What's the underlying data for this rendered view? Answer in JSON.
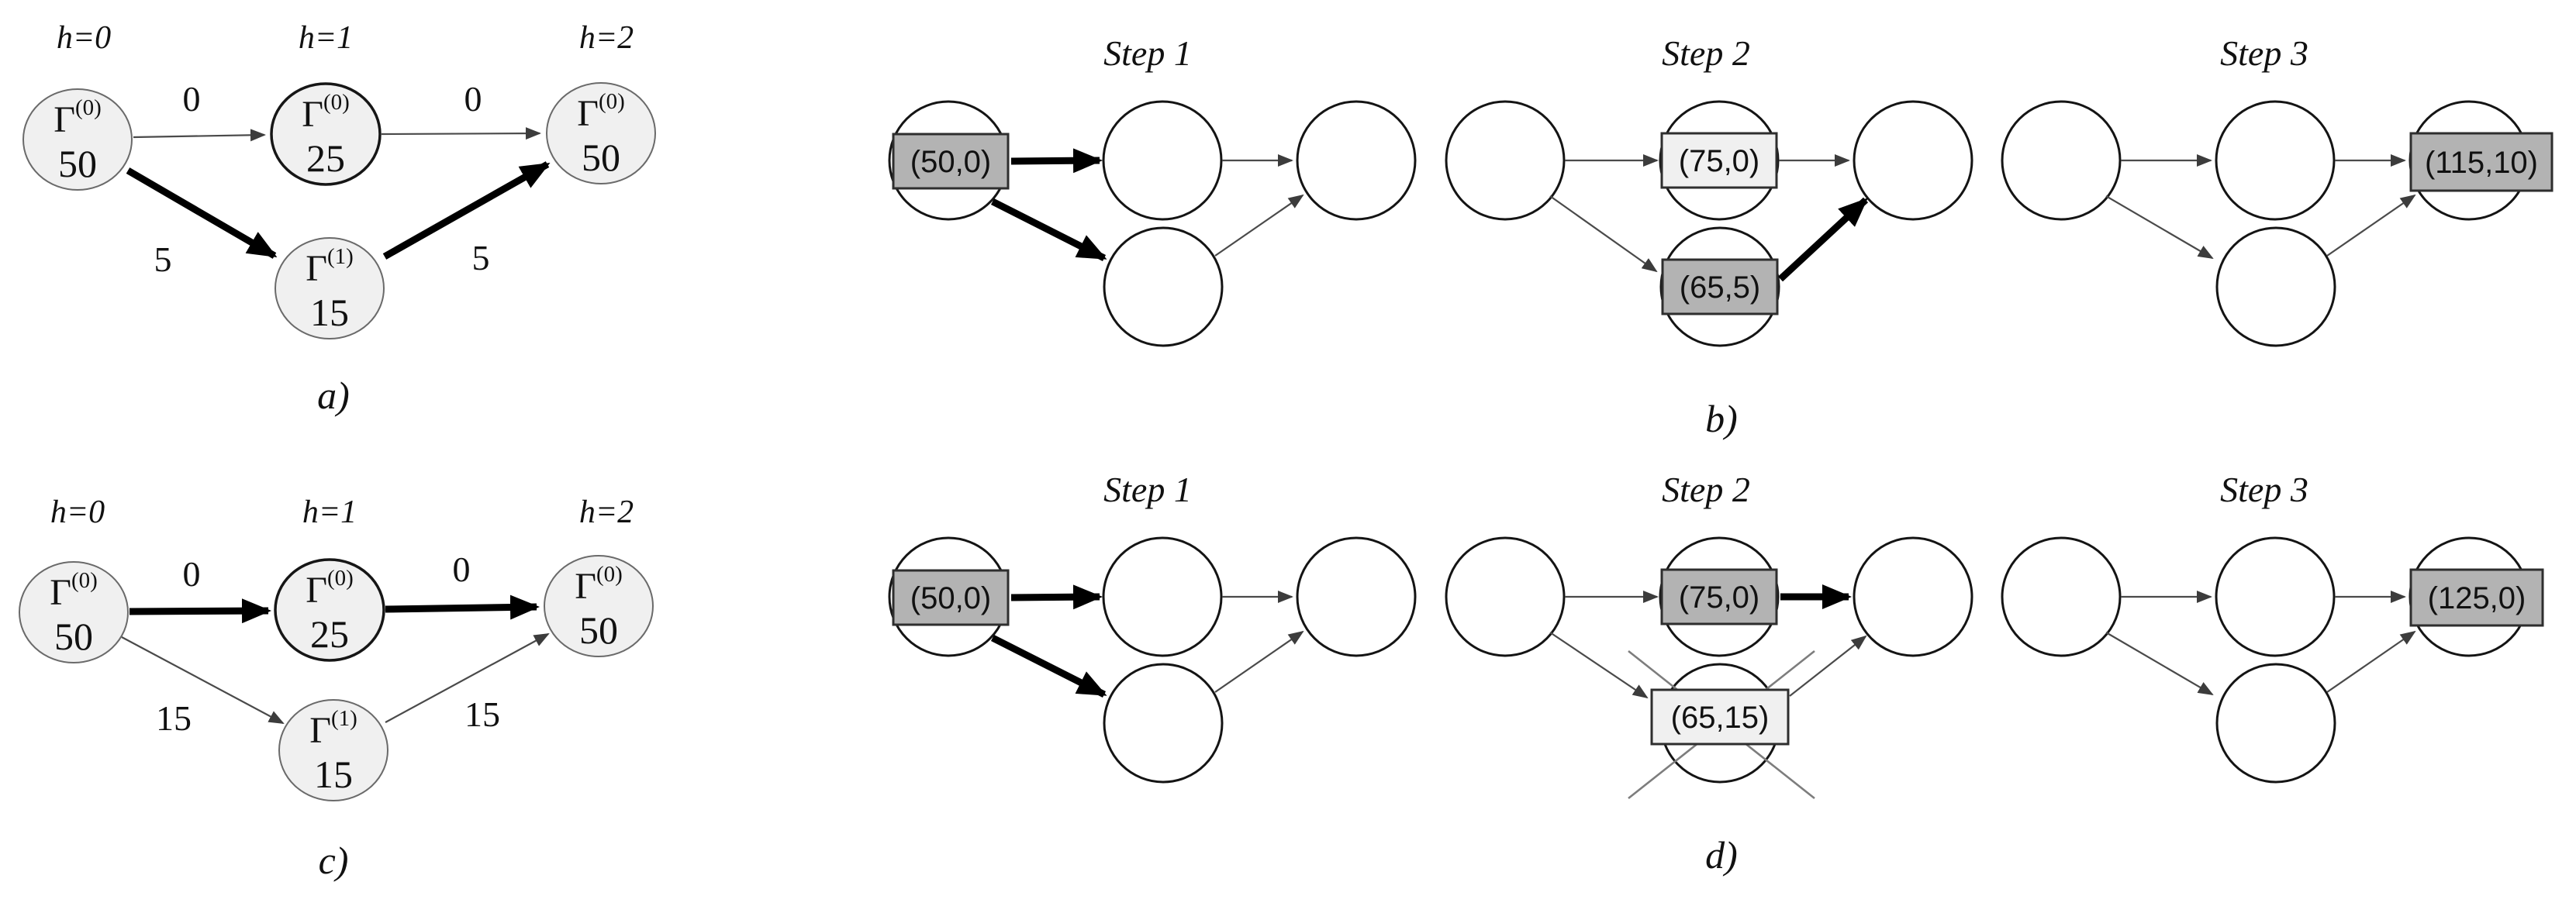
{
  "panels": {
    "a": {
      "caption": "a)",
      "columns": [
        "h=0",
        "h=1",
        "h=2"
      ],
      "nodes": [
        {
          "symbol": "Γ",
          "sup": "(0)",
          "value": "50"
        },
        {
          "symbol": "Γ",
          "sup": "(0)",
          "value": "25"
        },
        {
          "symbol": "Γ",
          "sup": "(1)",
          "value": "15"
        },
        {
          "symbol": "Γ",
          "sup": "(0)",
          "value": "50"
        }
      ],
      "edge_labels": {
        "top_left": "0",
        "top_right": "0",
        "bottom_left": "5",
        "bottom_right": "5"
      }
    },
    "b": {
      "caption": "b)",
      "steps": [
        {
          "title": "Step 1",
          "box_left": "(50,0)"
        },
        {
          "title": "Step 2",
          "box_mid_top": "(75,0)",
          "box_mid_bottom": "(65,5)"
        },
        {
          "title": "Step 3",
          "box_right": "(115,10)"
        }
      ]
    },
    "c": {
      "caption": "c)",
      "columns": [
        "h=0",
        "h=1",
        "h=2"
      ],
      "nodes": [
        {
          "symbol": "Γ",
          "sup": "(0)",
          "value": "50"
        },
        {
          "symbol": "Γ",
          "sup": "(0)",
          "value": "25"
        },
        {
          "symbol": "Γ",
          "sup": "(1)",
          "value": "15"
        },
        {
          "symbol": "Γ",
          "sup": "(0)",
          "value": "50"
        }
      ],
      "edge_labels": {
        "top_left": "0",
        "top_right": "0",
        "bottom_left": "15",
        "bottom_right": "15"
      }
    },
    "d": {
      "caption": "d)",
      "steps": [
        {
          "title": "Step 1",
          "box_left": "(50,0)"
        },
        {
          "title": "Step 2",
          "box_mid_top": "(75,0)",
          "box_mid_bottom": "(65,15)"
        },
        {
          "title": "Step 3",
          "box_right": "(125,0)"
        }
      ]
    }
  },
  "colors": {
    "node_fill_gray": "#f0f0f0",
    "node_fill_white": "#ffffff",
    "box_selected": "#b3b3b3",
    "box_candidate": "#f0f0f0",
    "edge_thin": "#4a4a4a",
    "edge_bold": "#000000"
  }
}
